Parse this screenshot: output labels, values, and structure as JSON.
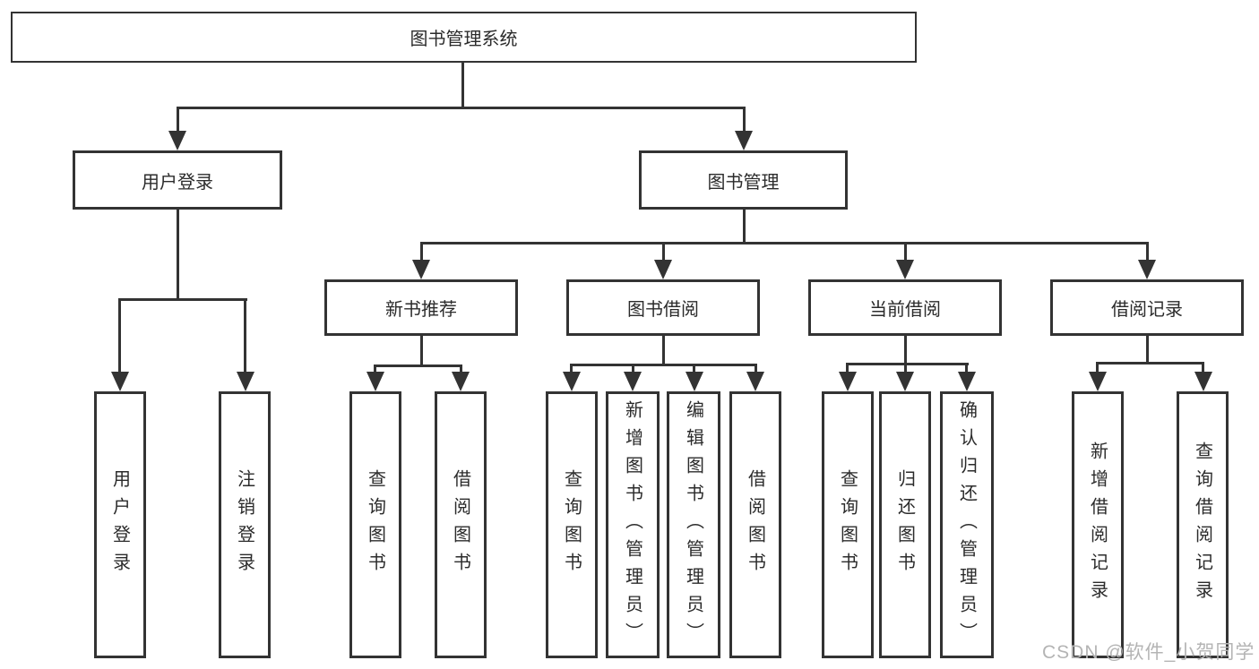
{
  "diagram": {
    "type": "hierarchy-tree",
    "root": {
      "label": "图书管理系统"
    },
    "branches": [
      {
        "label": "用户登录",
        "leaves": [
          {
            "label": "用户登录"
          },
          {
            "label": "注销登录"
          }
        ]
      },
      {
        "label": "图书管理",
        "children": [
          {
            "label": "新书推荐",
            "leaves": [
              {
                "label": "查询图书"
              },
              {
                "label": "借阅图书"
              }
            ]
          },
          {
            "label": "图书借阅",
            "leaves": [
              {
                "label": "查询图书"
              },
              {
                "label": "新增图书（管理员）"
              },
              {
                "label": "编辑图书（管理员）"
              },
              {
                "label": "借阅图书"
              }
            ]
          },
          {
            "label": "当前借阅",
            "leaves": [
              {
                "label": "查询图书"
              },
              {
                "label": "归还图书"
              },
              {
                "label": "确认归还（管理员）"
              }
            ]
          },
          {
            "label": "借阅记录",
            "leaves": [
              {
                "label": "新增借阅记录"
              },
              {
                "label": "查询借阅记录"
              }
            ]
          }
        ]
      }
    ],
    "watermark": "CSDN @软件_小贺同学",
    "colors": {
      "line": "#333333",
      "text": "#2b2b2b",
      "watermark": "#b4b4b4",
      "background": "#ffffff"
    }
  }
}
